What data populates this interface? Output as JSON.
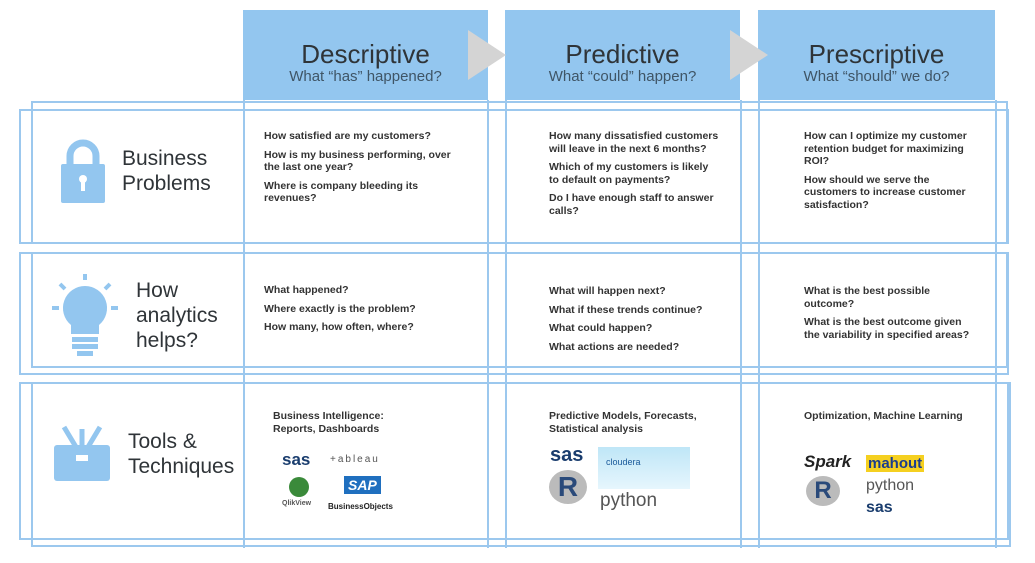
{
  "columns": [
    {
      "title": "Descriptive",
      "subtitle": "What “has” happened?"
    },
    {
      "title": "Predictive",
      "subtitle": "What “could” happen?"
    },
    {
      "title": "Prescriptive",
      "subtitle": "What “should” we do?"
    }
  ],
  "rows": [
    {
      "label_line1": "Business",
      "label_line2": "Problems",
      "icon": "lock-icon",
      "cells": [
        [
          "How satisfied are my customers?",
          "How is my business performing, over the last one year?",
          "Where is company bleeding its revenues?"
        ],
        [
          "How many dissatisfied customers will leave in the next 6 months?",
          "Which of my customers is likely to default on payments?",
          "Do I have enough staff to answer calls?"
        ],
        [
          "How can I optimize my customer retention budget for maximizing ROI?",
          "How should we serve the customers to increase customer satisfaction?"
        ]
      ]
    },
    {
      "label_line1": "How",
      "label_line2": "analytics",
      "label_line3": "helps?",
      "icon": "lightbulb-icon",
      "cells": [
        [
          "What happened?",
          "Where exactly is the problem?",
          "How many, how often, where?"
        ],
        [
          "What will happen next?",
          "What if these trends continue?",
          "What could happen?",
          "What actions are needed?"
        ],
        [
          "What is the best possible outcome?",
          "What is the best outcome given the variability in specified areas?"
        ]
      ]
    },
    {
      "label_line1": "Tools &",
      "label_line2": "Techniques",
      "icon": "toolbox-icon",
      "cells": [
        [
          "Business Intelligence: Reports, Dashboards"
        ],
        [
          "Predictive Models, Forecasts, Statistical analysis"
        ],
        [
          "Optimization, Machine Learning"
        ]
      ]
    }
  ],
  "logos": {
    "sas": "sas",
    "tableau": "+ableau",
    "qlik": "QlikView",
    "sap": "SAP",
    "bo": "BusinessObjects",
    "cloudera": "cloudera",
    "r": "R",
    "python": "python",
    "spark": "Spark",
    "mahout": "mahout"
  }
}
